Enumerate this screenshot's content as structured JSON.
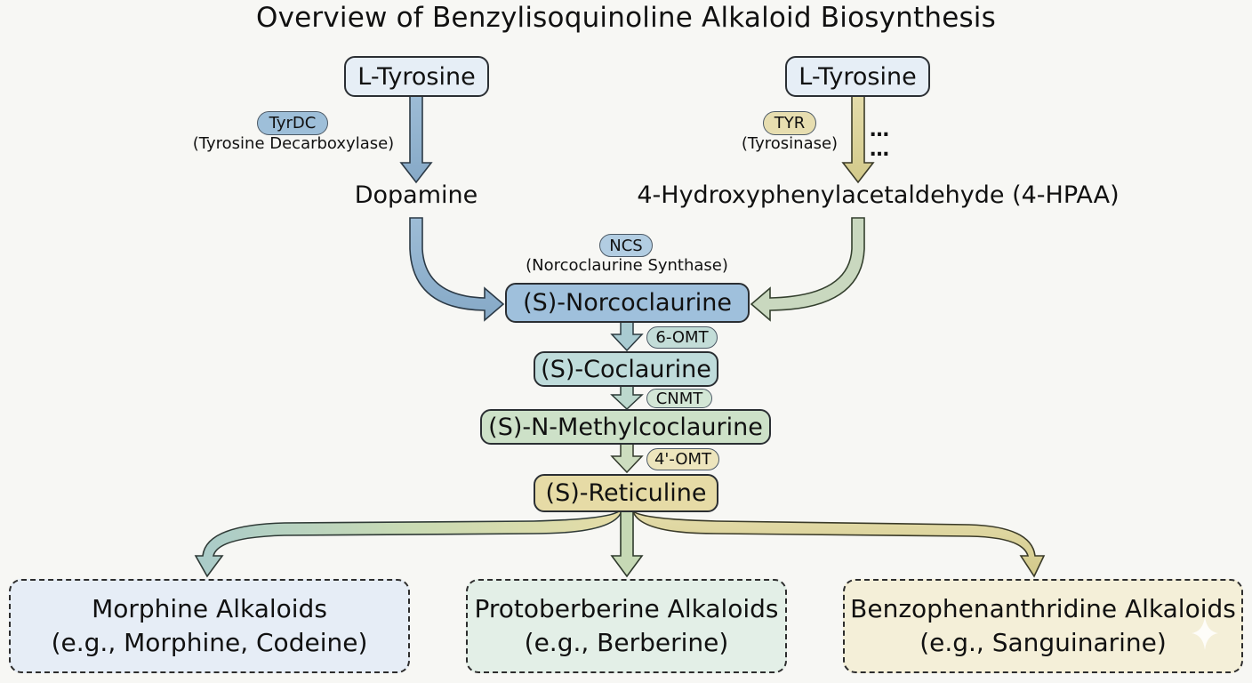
{
  "title": "Overview of Benzylisoquinoline Alkaloid Biosynthesis",
  "colors": {
    "blue_node": "#b7cfe3",
    "blue_arrow": "#8fb2cf",
    "teal_node": "#c7e0dc",
    "sage_node": "#cfe2c9",
    "yellow_node": "#e9e0b0",
    "yellow_arrow": "#ddd49a",
    "light_box": "#e8eef6"
  },
  "left_branch": {
    "start": "L-Tyrosine",
    "enzyme_abbr": "TyrDC",
    "enzyme_name": "(Tyrosine Decarboxylase)",
    "product": "Dopamine"
  },
  "right_branch": {
    "start": "L-Tyrosine",
    "enzyme_abbr": "TYR",
    "enzyme_name": "(Tyrosinase)",
    "ellipsis": "…",
    "product": "4-Hydroxyphenylacetaldehyde (4-HPAA)"
  },
  "condensation": {
    "enzyme_abbr": "NCS",
    "enzyme_name": "(Norcoclaurine Synthase)",
    "product": "(S)-Norcoclaurine"
  },
  "steps": [
    {
      "enzyme": "6-OMT",
      "product": "(S)-Coclaurine"
    },
    {
      "enzyme": "CNMT",
      "product": "(S)-N-Methylcoclaurine"
    },
    {
      "enzyme": "4'-OMT",
      "product": "(S)-Reticuline"
    }
  ],
  "outcomes": [
    {
      "name": "Morphine Alkaloids",
      "examples": "(e.g., Morphine, Codeine)"
    },
    {
      "name": "Protoberberine Alkaloids",
      "examples": "(e.g., Berberine)"
    },
    {
      "name": "Benzophenanthridine Alkaloids",
      "examples": "(e.g., Sanguinarine)"
    }
  ]
}
